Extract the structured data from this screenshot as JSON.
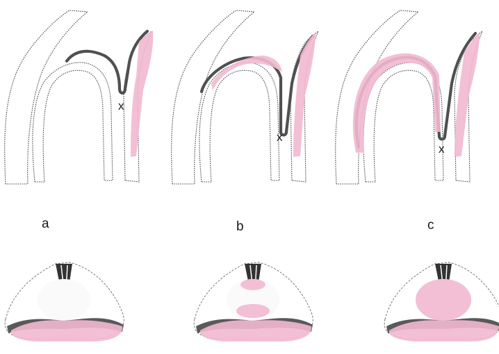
{
  "figure": {
    "panels": [
      {
        "label": "a",
        "marker": "x"
      },
      {
        "label": "b",
        "marker": "x"
      },
      {
        "label": "c",
        "marker": "x"
      }
    ]
  },
  "colors": {
    "highlight": "#f2b8cf",
    "line": "#505050",
    "stipple": "#6f6f6f",
    "background": "#ffffff"
  }
}
